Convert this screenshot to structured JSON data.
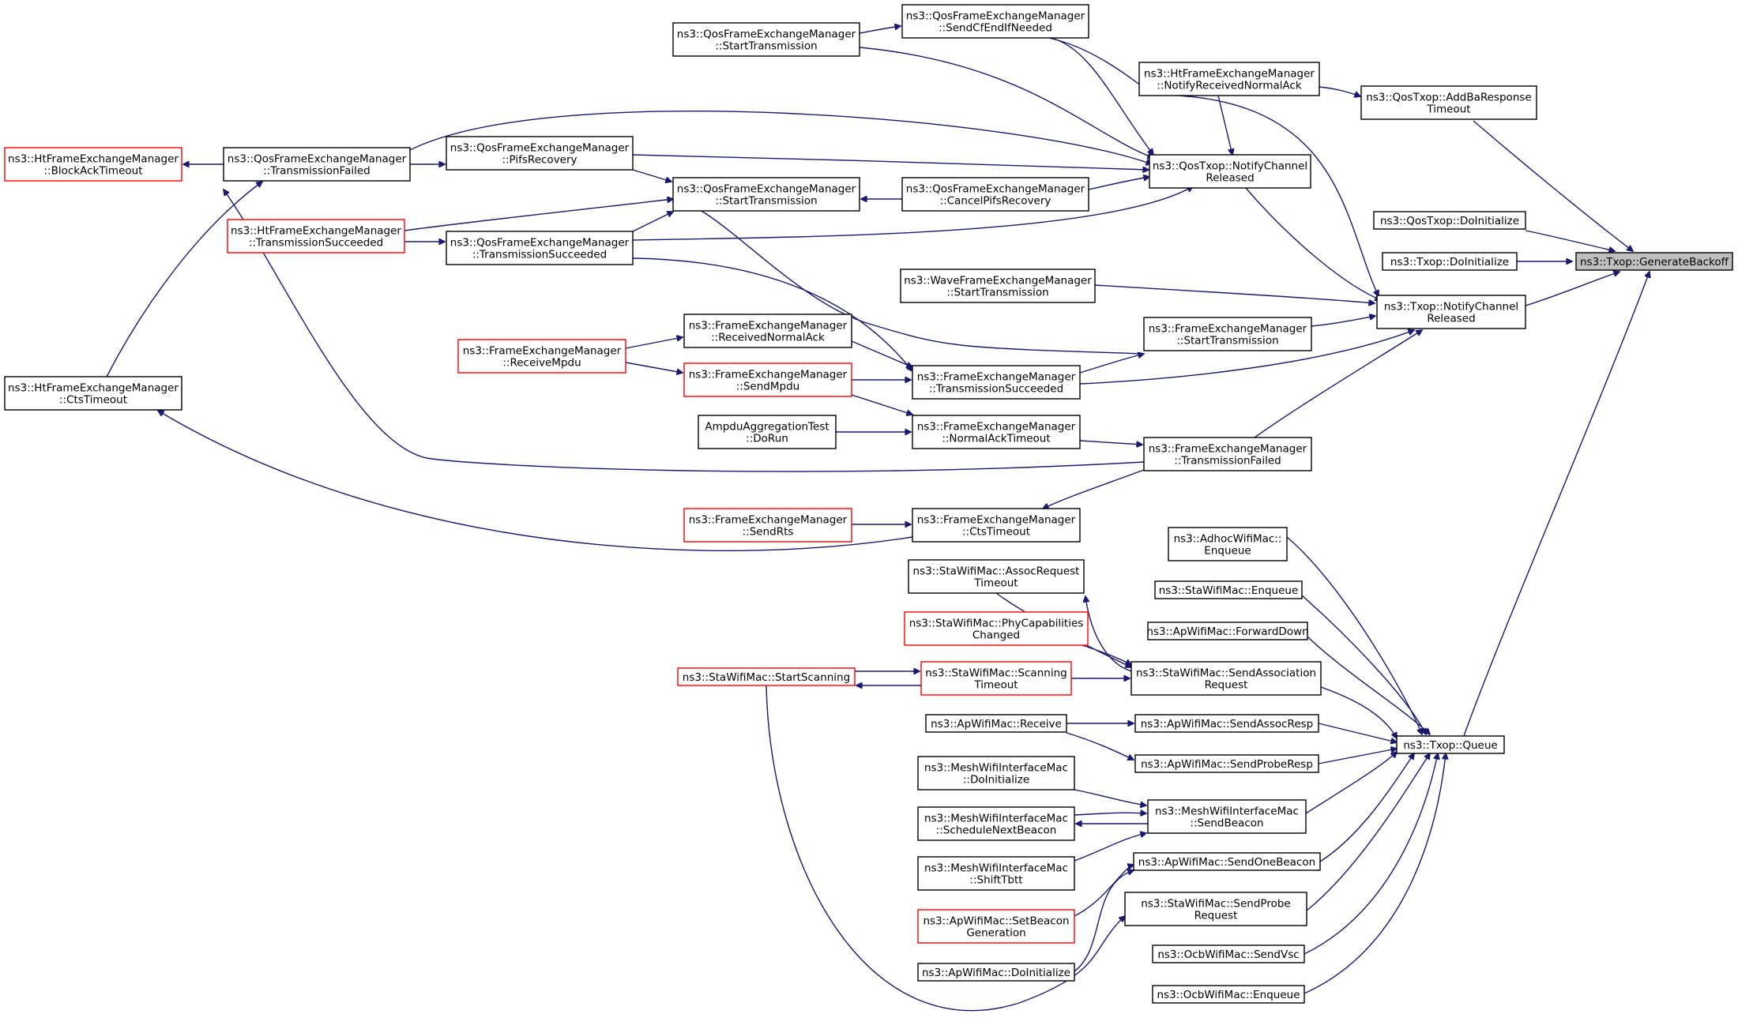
{
  "colors": {
    "edge": "#191970",
    "node_border": "#000000",
    "truncated_border": "#ff0000",
    "root_fill": "#bfbfbf"
  },
  "nodes": [
    {
      "id": "root",
      "lines": [
        "ns3::Txop::GenerateBackoff"
      ],
      "style": "root"
    },
    {
      "id": "qtx_addba",
      "lines": [
        "ns3::QosTxop::AddBaResponse",
        "Timeout"
      ],
      "style": "normal"
    },
    {
      "id": "qtx_doinit",
      "lines": [
        "ns3::QosTxop::DoInitialize"
      ],
      "style": "normal"
    },
    {
      "id": "tx_doinit",
      "lines": [
        "ns3::Txop::DoInitialize"
      ],
      "style": "normal"
    },
    {
      "id": "tx_ncr",
      "lines": [
        "ns3::Txop::NotifyChannel",
        "Released"
      ],
      "style": "normal"
    },
    {
      "id": "tx_queue",
      "lines": [
        "ns3::Txop::Queue"
      ],
      "style": "normal"
    },
    {
      "id": "ht_nrna",
      "lines": [
        "ns3::HtFrameExchangeManager",
        "::NotifyReceivedNormalAck"
      ],
      "style": "normal"
    },
    {
      "id": "qfem_scfe",
      "lines": [
        "ns3::QosFrameExchangeManager",
        "::SendCfEndIfNeeded"
      ],
      "style": "normal"
    },
    {
      "id": "qtx_ncr",
      "lines": [
        "ns3::QosTxop::NotifyChannel",
        "Released"
      ],
      "style": "normal"
    },
    {
      "id": "qfem_st_top",
      "lines": [
        "ns3::QosFrameExchangeManager",
        "::StartTransmission"
      ],
      "style": "normal"
    },
    {
      "id": "qfem_tf",
      "lines": [
        "ns3::QosFrameExchangeManager",
        "::TransmissionFailed"
      ],
      "style": "normal"
    },
    {
      "id": "ht_bat",
      "lines": [
        "ns3::HtFrameExchangeManager",
        "::BlockAckTimeout"
      ],
      "style": "red"
    },
    {
      "id": "qfem_pifs",
      "lines": [
        "ns3::QosFrameExchangeManager",
        "::PifsRecovery"
      ],
      "style": "normal"
    },
    {
      "id": "qfem_st",
      "lines": [
        "ns3::QosFrameExchangeManager",
        "::StartTransmission"
      ],
      "style": "normal"
    },
    {
      "id": "qfem_cpifs",
      "lines": [
        "ns3::QosFrameExchangeManager",
        "::CancelPifsRecovery"
      ],
      "style": "normal"
    },
    {
      "id": "ht_ts",
      "lines": [
        "ns3::HtFrameExchangeManager",
        "::TransmissionSucceeded"
      ],
      "style": "red"
    },
    {
      "id": "qfem_ts",
      "lines": [
        "ns3::QosFrameExchangeManager",
        "::TransmissionSucceeded"
      ],
      "style": "normal"
    },
    {
      "id": "wave_st",
      "lines": [
        "ns3::WaveFrameExchangeManager",
        "::StartTransmission"
      ],
      "style": "normal"
    },
    {
      "id": "fem_st",
      "lines": [
        "ns3::FrameExchangeManager",
        "::StartTransmission"
      ],
      "style": "normal"
    },
    {
      "id": "fem_rna",
      "lines": [
        "ns3::FrameExchangeManager",
        "::ReceivedNormalAck"
      ],
      "style": "normal"
    },
    {
      "id": "fem_rmpdu",
      "lines": [
        "ns3::FrameExchangeManager",
        "::ReceiveMpdu"
      ],
      "style": "red"
    },
    {
      "id": "fem_smpdu",
      "lines": [
        "ns3::FrameExchangeManager",
        "::SendMpdu"
      ],
      "style": "red"
    },
    {
      "id": "fem_ts",
      "lines": [
        "ns3::FrameExchangeManager",
        "::TransmissionSucceeded"
      ],
      "style": "normal"
    },
    {
      "id": "ht_cts",
      "lines": [
        "ns3::HtFrameExchangeManager",
        "::CtsTimeout"
      ],
      "style": "normal"
    },
    {
      "id": "ampdu",
      "lines": [
        "AmpduAggregationTest",
        "::DoRun"
      ],
      "style": "normal"
    },
    {
      "id": "fem_nat",
      "lines": [
        "ns3::FrameExchangeManager",
        "::NormalAckTimeout"
      ],
      "style": "normal"
    },
    {
      "id": "fem_tf",
      "lines": [
        "ns3::FrameExchangeManager",
        "::TransmissionFailed"
      ],
      "style": "normal"
    },
    {
      "id": "fem_srts",
      "lines": [
        "ns3::FrameExchangeManager",
        "::SendRts"
      ],
      "style": "red"
    },
    {
      "id": "fem_cts",
      "lines": [
        "ns3::FrameExchangeManager",
        "::CtsTimeout"
      ],
      "style": "normal"
    },
    {
      "id": "adhoc_enq",
      "lines": [
        "ns3::AdhocWifiMac::",
        "Enqueue"
      ],
      "style": "normal"
    },
    {
      "id": "sta_enq",
      "lines": [
        "ns3::StaWifiMac::Enqueue"
      ],
      "style": "normal"
    },
    {
      "id": "ap_fwd",
      "lines": [
        "ns3::ApWifiMac::ForwardDown"
      ],
      "style": "normal"
    },
    {
      "id": "sta_art",
      "lines": [
        "ns3::StaWifiMac::AssocRequest",
        "Timeout"
      ],
      "style": "normal"
    },
    {
      "id": "sta_pcc",
      "lines": [
        "ns3::StaWifiMac::PhyCapabilities",
        "Changed"
      ],
      "style": "red"
    },
    {
      "id": "sta_sscan",
      "lines": [
        "ns3::StaWifiMac::StartScanning"
      ],
      "style": "red"
    },
    {
      "id": "sta_scant",
      "lines": [
        "ns3::StaWifiMac::Scanning",
        "Timeout"
      ],
      "style": "red"
    },
    {
      "id": "sta_sar",
      "lines": [
        "ns3::StaWifiMac::SendAssociation",
        "Request"
      ],
      "style": "normal"
    },
    {
      "id": "ap_recv",
      "lines": [
        "ns3::ApWifiMac::Receive"
      ],
      "style": "normal"
    },
    {
      "id": "ap_sar",
      "lines": [
        "ns3::ApWifiMac::SendAssocResp"
      ],
      "style": "normal"
    },
    {
      "id": "ap_spr",
      "lines": [
        "ns3::ApWifiMac::SendProbeResp"
      ],
      "style": "normal"
    },
    {
      "id": "mesh_di",
      "lines": [
        "ns3::MeshWifiInterfaceMac",
        "::DoInitialize"
      ],
      "style": "normal"
    },
    {
      "id": "mesh_snb",
      "lines": [
        "ns3::MeshWifiInterfaceMac",
        "::ScheduleNextBeacon"
      ],
      "style": "normal"
    },
    {
      "id": "mesh_sb",
      "lines": [
        "ns3::MeshWifiInterfaceMac",
        "::SendBeacon"
      ],
      "style": "normal"
    },
    {
      "id": "mesh_stbtt",
      "lines": [
        "ns3::MeshWifiInterfaceMac",
        "::ShiftTbtt"
      ],
      "style": "normal"
    },
    {
      "id": "ap_sob",
      "lines": [
        "ns3::ApWifiMac::SendOneBeacon"
      ],
      "style": "normal"
    },
    {
      "id": "ap_sbg",
      "lines": [
        "ns3::ApWifiMac::SetBeacon",
        "Generation"
      ],
      "style": "red"
    },
    {
      "id": "sta_spr",
      "lines": [
        "ns3::StaWifiMac::SendProbe",
        "Request"
      ],
      "style": "normal"
    },
    {
      "id": "ap_di",
      "lines": [
        "ns3::ApWifiMac::DoInitialize"
      ],
      "style": "normal"
    },
    {
      "id": "ocb_svsc",
      "lines": [
        "ns3::OcbWifiMac::SendVsc"
      ],
      "style": "normal"
    },
    {
      "id": "ocb_enq",
      "lines": [
        "ns3::OcbWifiMac::Enqueue"
      ],
      "style": "normal"
    }
  ]
}
